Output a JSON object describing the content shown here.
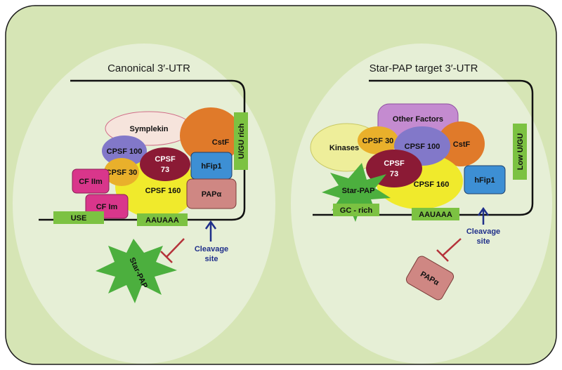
{
  "left_panel": {
    "title": "Canonical 3′-UTR",
    "labels": {
      "symplekin": "Symplekin",
      "cstf": "CstF",
      "cpsf100": "CPSF 100",
      "cpsf30": "CPSF 30",
      "cpsf73_line1": "CPSF",
      "cpsf73_line2": "73",
      "hfip1": "hFip1",
      "cfiim": "CF IIm",
      "cfim": "CF Im",
      "cpsf160": "CPSF 160",
      "papa": "PAPα",
      "use": "USE",
      "auuaaa": "AAUAAA",
      "ugu_rich": "U/GU rich",
      "cleavage_line1": "Cleavage",
      "cleavage_line2": "site",
      "starpap": "Star-PAP"
    }
  },
  "right_panel": {
    "title": "Star-PAP target 3′-UTR",
    "labels": {
      "other_factors": "Other Factors",
      "kinases": "Kinases",
      "cpsf30": "CPSF 30",
      "cpsf100": "CPSF 100",
      "cstf": "CstF",
      "cpsf73_line1": "CPSF",
      "cpsf73_line2": "73",
      "starpap": "Star-PAP",
      "cpsf160": "CPSF 160",
      "hfip1": "hFip1",
      "gc_rich": "GC - rich",
      "auuaaa": "AAUAAA",
      "low_ugu": "Low U/GU",
      "cleavage_line1": "Cleavage",
      "cleavage_line2": "site",
      "papa": "PAPα"
    }
  },
  "colors": {
    "background": "#d6e5b5",
    "panel": "#e6efd6",
    "green_box": "#7cc242",
    "symplekin": "#f6e4dc",
    "cstf": "#e07a2a",
    "cpsf100": "#8278c9",
    "cpsf30": "#e9b02b",
    "cpsf73": "#8b1a35",
    "hfip1": "#3d8fd4",
    "cf_magenta": "#d9368b",
    "cpsf160": "#f0ea2c",
    "papa": "#cf8783",
    "other_factors": "#c48bd0",
    "kinases": "#eeee9a",
    "starpap": "#4caf3e",
    "inhibit": "#b5323a",
    "arrow": "#1f2f8a"
  }
}
